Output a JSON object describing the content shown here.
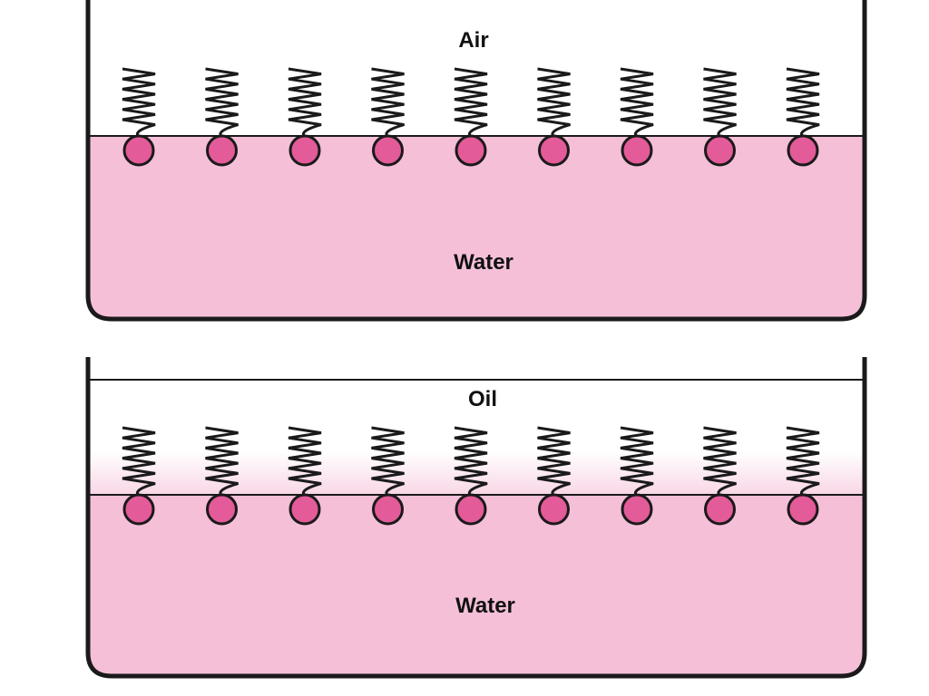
{
  "panels": [
    {
      "top_phase": "Air",
      "bottom_phase": "Water",
      "molecule_count": 9
    },
    {
      "top_phase": "Oil",
      "bottom_phase": "Water",
      "molecule_count": 9
    }
  ],
  "colors": {
    "water": "#f5bfd8",
    "head": "#e35b98",
    "outline": "#1a1a1a",
    "oil_tint": "#f8d6e6",
    "background": "#ffffff"
  },
  "icons": {
    "head": "hydrophilic-head-circle",
    "tail": "hydrophobic-tail-zigzag"
  }
}
